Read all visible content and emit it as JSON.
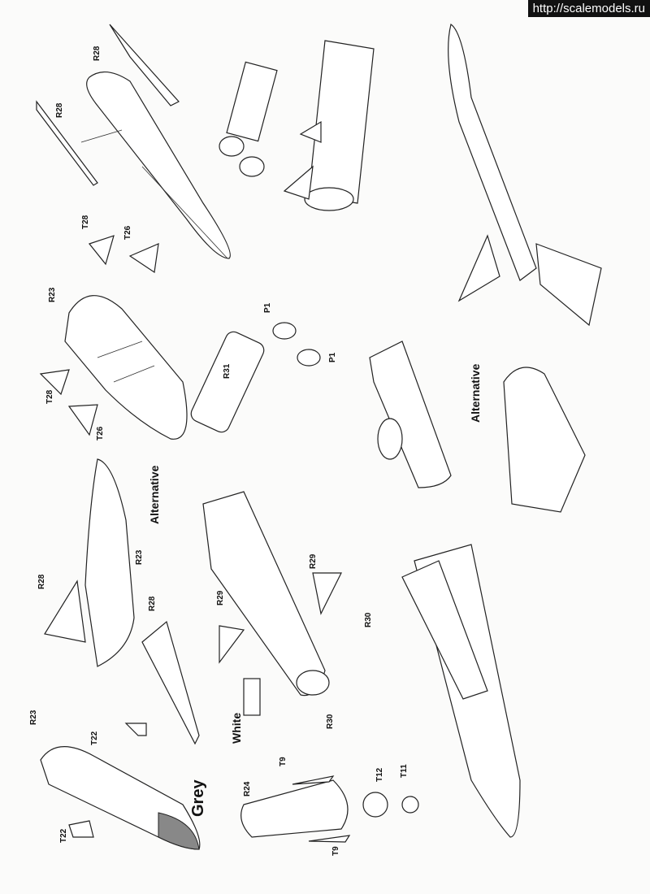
{
  "watermark": "http://scalemodels.ru",
  "labels": {
    "r28_a": "R28",
    "r28_b": "R28",
    "t28_a": "T28",
    "t26_a": "T26",
    "r23_a": "R23",
    "t28_b": "T28",
    "t26_b": "T26",
    "p1_a": "P1",
    "p1_b": "P1",
    "r31": "R31",
    "alt_a": "Alternative",
    "alt_b": "Alternative",
    "r28_c": "R28",
    "r23_b": "R23",
    "r28_d": "R28",
    "r29_a": "R29",
    "r29_b": "R29",
    "r30_a": "R30",
    "r30_b": "R30",
    "white": "White",
    "grey": "Grey",
    "r23_c": "R23",
    "t22_a": "T22",
    "t22_b": "T22",
    "r24": "R24",
    "t9_a": "T9",
    "t12": "T12",
    "t11": "T11",
    "t9_b": "T9"
  }
}
